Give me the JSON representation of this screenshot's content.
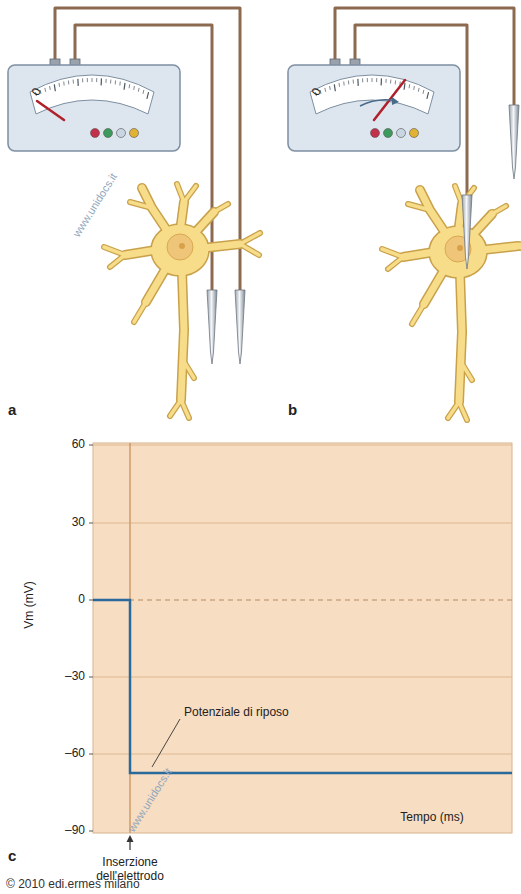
{
  "diagram": {
    "labels": [
      "0",
      "0",
      "a",
      "b",
      "60",
      "30",
      "0",
      "–30",
      "–60",
      "–90",
      "Vm (mV)",
      "Potenziale di riposo",
      "Tempo (ms)",
      "Inserzione dell'elettrodo",
      "c",
      "© 2010 edi.ermes milano",
      "www.unidocs.it",
      "www.unidocs.it"
    ]
  }
}
